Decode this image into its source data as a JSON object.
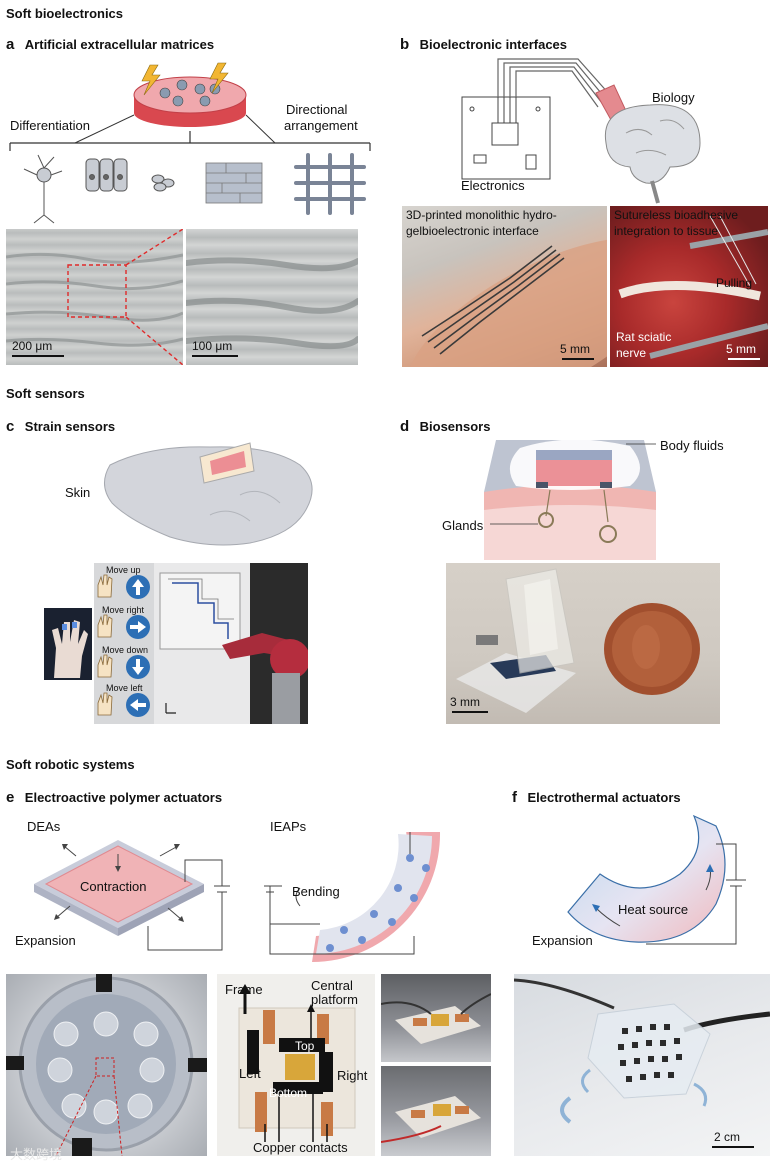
{
  "sections": {
    "bioelectronics": "Soft bioelectronics",
    "sensors": "Soft sensors",
    "robotics": "Soft robotic systems"
  },
  "panels": {
    "a": {
      "letter": "a",
      "title": "Artificial extracellular matrices",
      "differentiation": "Differentiation",
      "directional_1": "Directional",
      "directional_2": "arrangement",
      "scale_left": "200 μm",
      "scale_right": "100 μm"
    },
    "b": {
      "letter": "b",
      "title": "Bioelectronic interfaces",
      "biology": "Biology",
      "electronics": "Electronics",
      "photo1_line1": "3D-printed monolithic hydro-",
      "photo1_line2": "gelbioelectronic interface",
      "photo1_scale": "5 mm",
      "photo2_line1": "Sutureless bioadhesive",
      "photo2_line2": "integration to tissue",
      "pulling": "Pulling",
      "rat_1": "Rat sciatic",
      "rat_2": "nerve",
      "photo2_scale": "5 mm"
    },
    "c": {
      "letter": "c",
      "title": "Strain sensors",
      "skin": "Skin",
      "moves": [
        "Move up",
        "Move right",
        "Move down",
        "Move left"
      ]
    },
    "d": {
      "letter": "d",
      "title": "Biosensors",
      "body_fluids": "Body fluids",
      "glands": "Glands",
      "scale": "3 mm"
    },
    "e": {
      "letter": "e",
      "title": "Electroactive polymer actuators",
      "deas": "DEAs",
      "contraction": "Contraction",
      "expansion": "Expansion",
      "ieaps": "IEAPs",
      "bending": "Bending",
      "frame": "Frame",
      "central_1": "Central",
      "central_2": "platform",
      "top": "Top",
      "left": "Left",
      "right": "Right",
      "bottom": "Bottom",
      "copper": "Copper contacts"
    },
    "f": {
      "letter": "f",
      "title": "Electrothermal actuators",
      "heat_source": "Heat source",
      "expansion": "Expansion",
      "scale": "2 cm"
    }
  },
  "watermark": "大数跨境",
  "colors": {
    "pink": "#e8a0a6",
    "pink_light": "#f5c9cc",
    "arrow_blue": "#2d6fb5",
    "tissue_red": "#b8282c",
    "copper": "#c87a45"
  },
  "icons": [
    "lightning-icon",
    "hand-icon",
    "arrow-up-icon",
    "arrow-right-icon",
    "arrow-down-icon",
    "arrow-left-icon"
  ]
}
